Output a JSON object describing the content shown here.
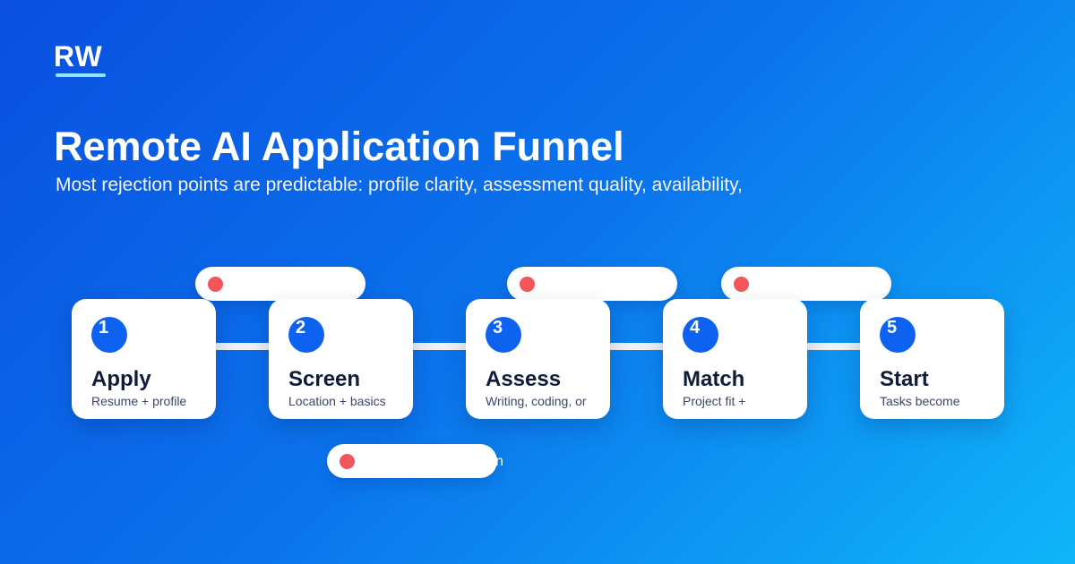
{
  "header": {
    "logo_text": "RW",
    "title": "Remote AI Application Funnel",
    "subtitle": "Most rejection points are predictable: profile clarity, assessment quality, availability,"
  },
  "stages": [
    {
      "number": "1",
      "title": "Apply",
      "description": "Resume + profile"
    },
    {
      "number": "2",
      "title": "Screen",
      "description": "Location + basics"
    },
    {
      "number": "3",
      "title": "Assess",
      "description": "Writing, coding, or"
    },
    {
      "number": "4",
      "title": "Match",
      "description": "Project fit +"
    },
    {
      "number": "5",
      "title": "Start",
      "description": "Tasks become"
    }
  ],
  "drop_off_labels": [
    {
      "text": ""
    },
    {
      "text": ""
    },
    {
      "text": ""
    },
    {
      "text": ""
    }
  ],
  "overflow_fragment": "n",
  "colors": {
    "background_start": "#0a4fe0",
    "background_end": "#0fb6f9",
    "card_background": "#ffffff",
    "step_circle": "#0d63f0",
    "drop_off_dot": "#f2555a",
    "logo_underline": "#8fe6ff",
    "connector": "#eef1f5"
  }
}
